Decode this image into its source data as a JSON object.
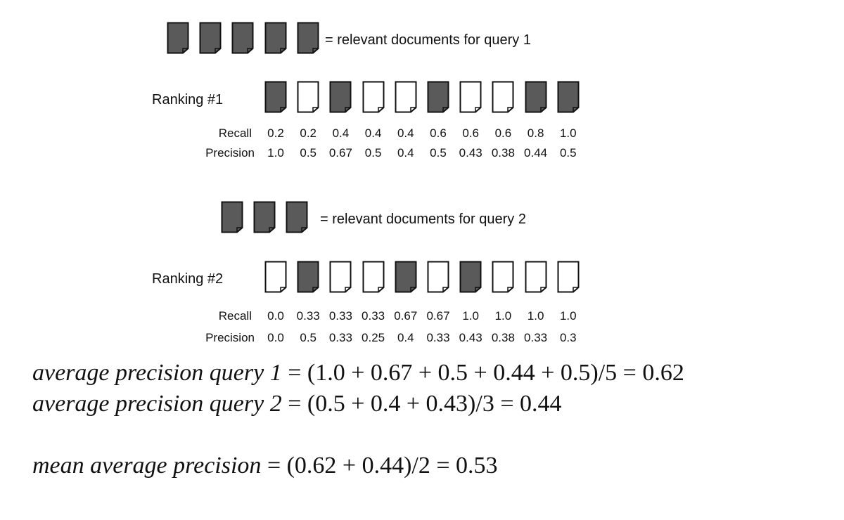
{
  "query1": {
    "legend_label": "= relevant documents for query 1",
    "legend_count": 5,
    "ranking_label": "Ranking #1",
    "relevance": [
      1,
      0,
      1,
      0,
      0,
      1,
      0,
      0,
      1,
      1
    ],
    "recall_label": "Recall",
    "precision_label": "Precision",
    "recall": [
      "0.2",
      "0.2",
      "0.4",
      "0.4",
      "0.4",
      "0.6",
      "0.6",
      "0.6",
      "0.8",
      "1.0"
    ],
    "precision": [
      "1.0",
      "0.5",
      "0.67",
      "0.5",
      "0.4",
      "0.5",
      "0.43",
      "0.38",
      "0.44",
      "0.5"
    ]
  },
  "query2": {
    "legend_label": "= relevant documents for query 2",
    "legend_count": 3,
    "ranking_label": "Ranking #2",
    "relevance": [
      0,
      1,
      0,
      0,
      1,
      0,
      1,
      0,
      0,
      0
    ],
    "recall_label": "Recall",
    "precision_label": "Precision",
    "recall": [
      "0.0",
      "0.33",
      "0.33",
      "0.33",
      "0.67",
      "0.67",
      "1.0",
      "1.0",
      "1.0",
      "1.0"
    ],
    "precision": [
      "0.0",
      "0.5",
      "0.33",
      "0.25",
      "0.4",
      "0.33",
      "0.43",
      "0.38",
      "0.33",
      "0.3"
    ]
  },
  "formulas": {
    "ap1_lhs": "average precision query 1",
    "ap1_rhs": "= (1.0 + 0.67 + 0.5 + 0.44 + 0.5)/5 = 0.62",
    "ap2_lhs": "average precision query 2",
    "ap2_rhs": "= (0.5 + 0.4 + 0.43)/3 = 0.44",
    "map_lhs": "mean average precision",
    "map_rhs": "= (0.62 + 0.44)/2 = 0.53"
  },
  "colors": {
    "relevant_fill": "#5a5a5a",
    "nonrelevant_fill": "#ffffff",
    "stroke": "#111111"
  }
}
